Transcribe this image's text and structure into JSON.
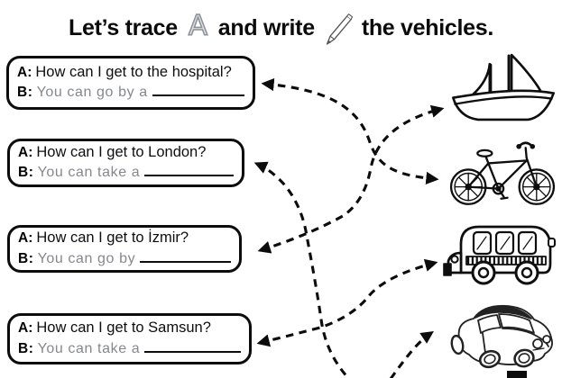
{
  "title": {
    "part1": "Let’s trace",
    "trace_letter": "A",
    "part2": "and write",
    "part3": "the vehicles."
  },
  "dialogs": [
    {
      "a_label": "A:",
      "question": "How can I get to the hospital?",
      "b_label": "B:",
      "answer_stem": "You can go by a"
    },
    {
      "a_label": "A:",
      "question": "How can I get to London?",
      "b_label": "B:",
      "answer_stem": "You can take a"
    },
    {
      "a_label": "A:",
      "question": "How can I get to İzmir?",
      "b_label": "B:",
      "answer_stem": "You can go by"
    },
    {
      "a_label": "A:",
      "question": "How can I get to Samsun?",
      "b_label": "B:",
      "answer_stem": "You can take a"
    }
  ],
  "vehicles": [
    {
      "name": "sailboat"
    },
    {
      "name": "bicycle"
    },
    {
      "name": "bus"
    },
    {
      "name": "car"
    }
  ],
  "connections": [
    {
      "from": "dialog-hospital",
      "to": "bicycle"
    },
    {
      "from": "dialog-izmir",
      "to": "sailboat"
    },
    {
      "from": "dialog-samsun",
      "to": "bus"
    },
    {
      "from": "dialog-london",
      "to": "off-bottom"
    },
    {
      "from": "off-bottom",
      "to": "car"
    }
  ],
  "colors": {
    "ink": "#0c0c0c",
    "trace_gray": "#8d929a",
    "answer_gray": "#85888d",
    "background": "#ffffff"
  }
}
